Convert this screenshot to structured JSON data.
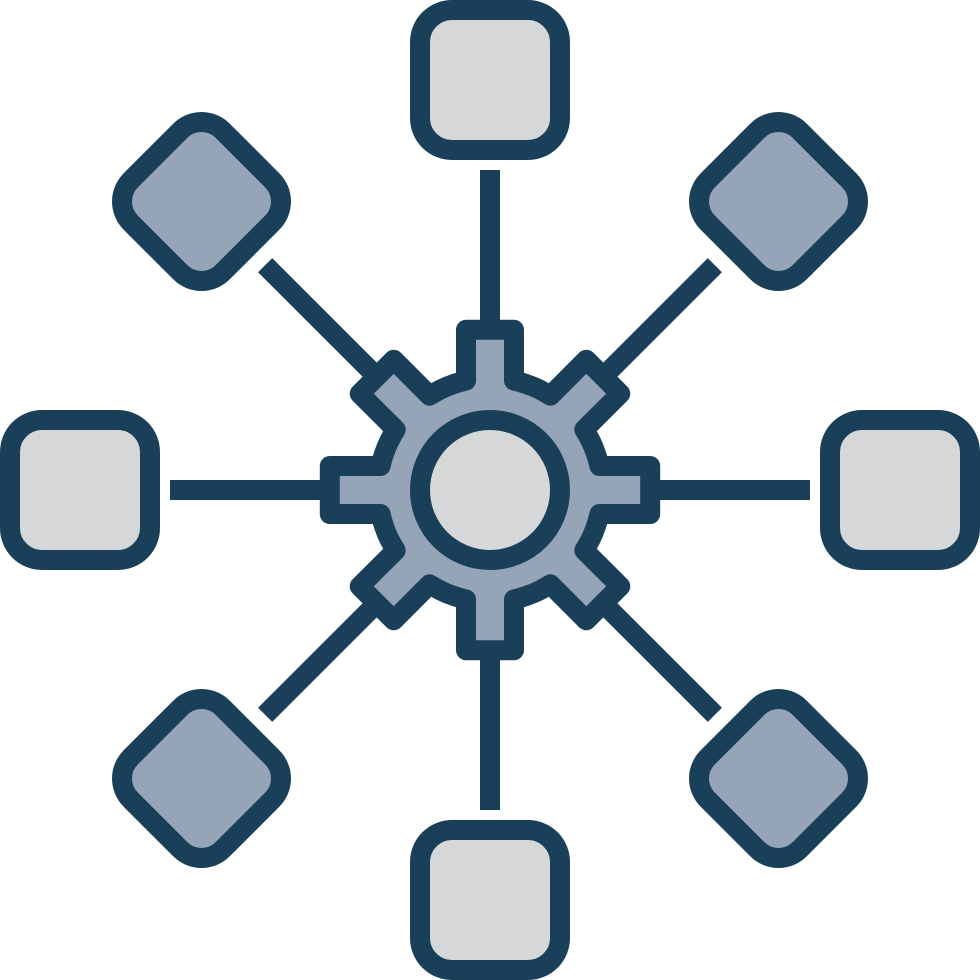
{
  "icon": {
    "name": "network-hub-gear-icon",
    "colors": {
      "stroke": "#1a4059",
      "light_fill": "#d6d7d9",
      "mid_fill": "#95a4b6",
      "background": "#ffffff"
    },
    "nodes": [
      {
        "name": "node-top",
        "shape": "square",
        "fill": "light"
      },
      {
        "name": "node-top-right",
        "shape": "diamond",
        "fill": "mid"
      },
      {
        "name": "node-right",
        "shape": "square",
        "fill": "light"
      },
      {
        "name": "node-bottom-right",
        "shape": "diamond",
        "fill": "mid"
      },
      {
        "name": "node-bottom",
        "shape": "square",
        "fill": "light"
      },
      {
        "name": "node-bottom-left",
        "shape": "diamond",
        "fill": "mid"
      },
      {
        "name": "node-left",
        "shape": "square",
        "fill": "light"
      },
      {
        "name": "node-top-left",
        "shape": "diamond",
        "fill": "mid"
      }
    ],
    "center": {
      "name": "gear-icon",
      "teeth": 8
    }
  }
}
